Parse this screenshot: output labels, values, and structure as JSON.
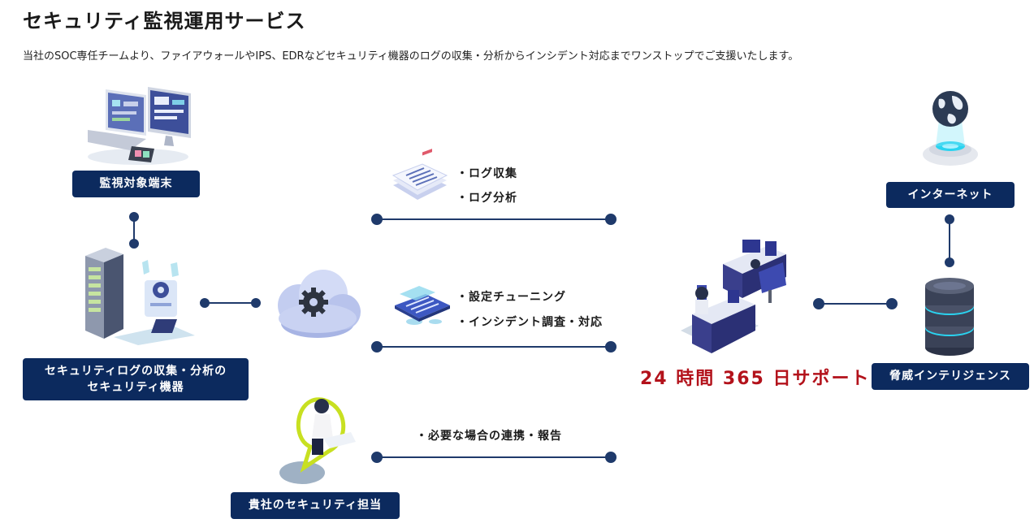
{
  "header": {
    "title": "セキュリティ監視運用サービス",
    "description": "当社のSOC専任チームより、ファイアウォールやIPS、EDRなどセキュリティ機器のログの収集・分析からインシデント対応までワンストップでご支援いたします。"
  },
  "nodes": {
    "monitored_devices": "監視対象端末",
    "security_devices": "セキュリティログの収集・分析の\nセキュリティ機器",
    "customer_staff": "貴社のセキュリティ担当",
    "internet": "インターネット",
    "threat_intel": "脅威インテリジェンス"
  },
  "flows": {
    "log_collect": "・ログ収集",
    "log_analyze": "・ログ分析",
    "tuning": "・設定チューニング",
    "incident": "・インシデント調査・対応",
    "cooperation": "・必要な場合の連携・報告"
  },
  "support_label": "24 時間 365 日サポート",
  "colors": {
    "navy": "#0c2a5e",
    "line": "#1f3a6b",
    "red": "#b3121b",
    "accent_cyan": "#2ad3f0",
    "accent_lime": "#c8e021"
  },
  "icons": [
    "computer-devices-icon",
    "server-rack-icon",
    "cloud-gear-icon",
    "documents-icon",
    "settings-panel-icon",
    "operator-pin-icon",
    "soc-office-icon",
    "globe-icon",
    "database-icon"
  ]
}
